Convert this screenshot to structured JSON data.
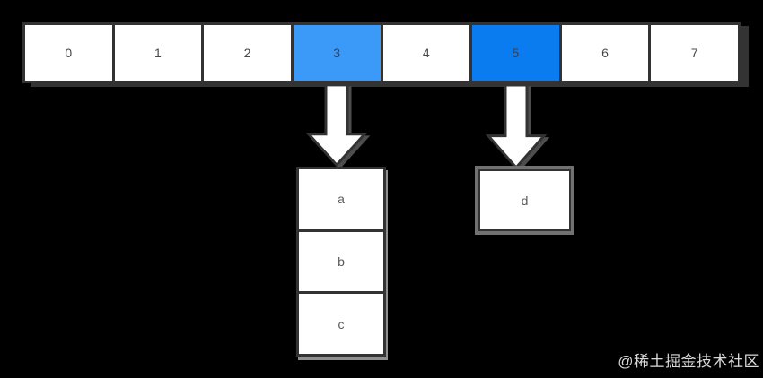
{
  "canvas": {
    "background": "#000000",
    "description": "hash table buckets with chained entries"
  },
  "array": {
    "border_color": "#333333",
    "text_color": "#45494e",
    "cells": [
      {
        "label": "0",
        "bg": "#ffffff",
        "highlighted": false
      },
      {
        "label": "1",
        "bg": "#ffffff",
        "highlighted": false
      },
      {
        "label": "2",
        "bg": "#ffffff",
        "highlighted": false
      },
      {
        "label": "3",
        "bg": "#3b99f7",
        "highlighted": true
      },
      {
        "label": "4",
        "bg": "#ffffff",
        "highlighted": false
      },
      {
        "label": "5",
        "bg": "#0a7cf0",
        "highlighted": true
      },
      {
        "label": "6",
        "bg": "#ffffff",
        "highlighted": false
      },
      {
        "label": "7",
        "bg": "#ffffff",
        "highlighted": false
      }
    ]
  },
  "arrows": [
    {
      "from_cell": "3",
      "direction": "down",
      "fill": "#ffffff",
      "stroke": "#333333"
    },
    {
      "from_cell": "5",
      "direction": "down",
      "fill": "#ffffff",
      "stroke": "#333333"
    }
  ],
  "chains": [
    {
      "from_cell": "3",
      "items": [
        "a",
        "b",
        "c"
      ]
    },
    {
      "from_cell": "5",
      "items": [
        "d"
      ]
    }
  ],
  "watermark": {
    "text": "@稀土掘金技术社区",
    "color": "#ffffff"
  }
}
